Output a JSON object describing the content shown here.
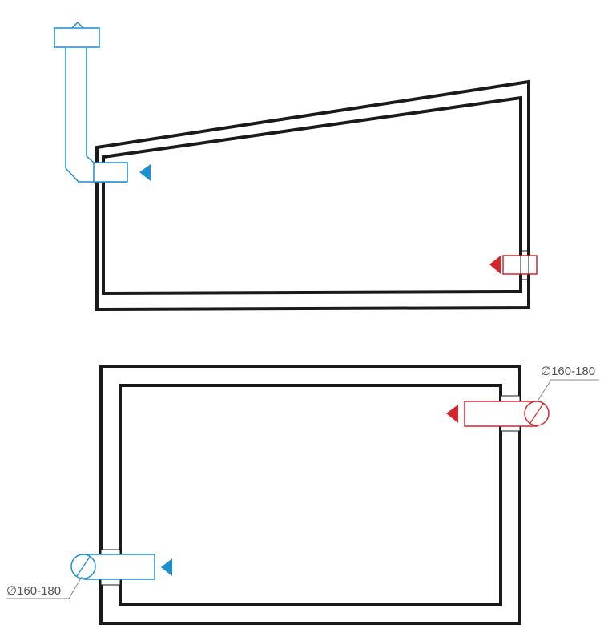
{
  "diagram": {
    "colors": {
      "wall": "#1a1a1a",
      "supply": "#1a8fd1",
      "exhaust": "#d7262b",
      "leader": "#888888",
      "label_text": "#555555"
    },
    "side_view": {
      "supply_duct": "supply",
      "exhaust_vent": "exhaust"
    },
    "plan_view": {
      "exhaust_diameter_label": "∅160-180",
      "supply_diameter_label": "∅160-180"
    }
  }
}
